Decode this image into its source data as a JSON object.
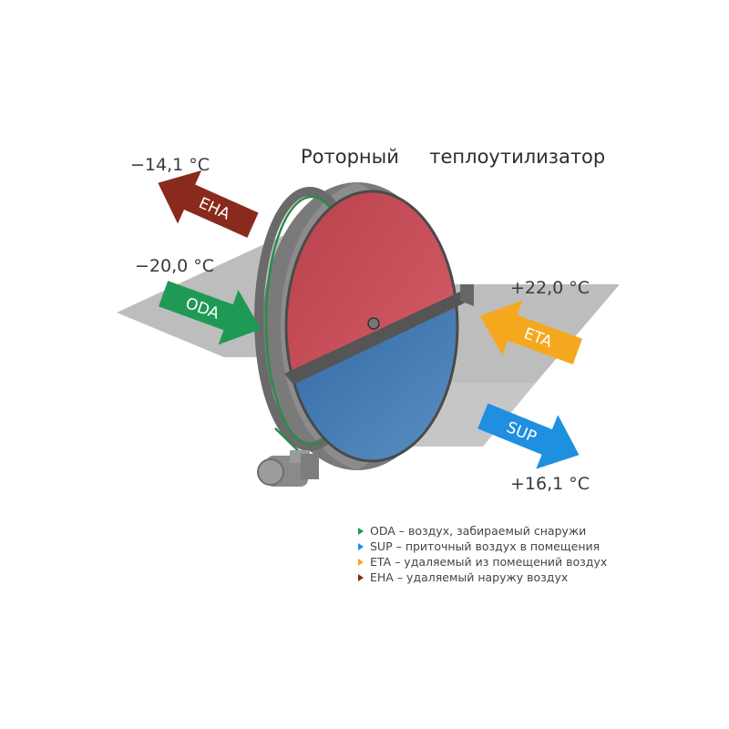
{
  "title": "Роторный     теплоутилизатор",
  "temperatures": {
    "eha": "−14,1 °C",
    "oda": "−20,0 °C",
    "eta": "+22,0 °C",
    "sup": "+16,1 °C"
  },
  "arrows": {
    "eha": {
      "label": "EHA",
      "color": "#8a2a1d"
    },
    "oda": {
      "label": "ODA",
      "color": "#1f9a55"
    },
    "eta": {
      "label": "ETA",
      "color": "#f5a81e"
    },
    "sup": {
      "label": "SUP",
      "color": "#1f8fe0"
    }
  },
  "legend": [
    {
      "text": "ODA – воздух, забираемый снаружи",
      "color": "#1f9a55"
    },
    {
      "text": "SUP – приточный воздух в помещения",
      "color": "#1f8fe0"
    },
    {
      "text": "ETA – удаляемый из помещений воздух",
      "color": "#f5a81e"
    },
    {
      "text": "EHA – удаляемый наружу воздух",
      "color": "#8a2a1d"
    }
  ],
  "colors": {
    "wheel_top": "#c94a55",
    "wheel_bottom": "#3f78b0",
    "duct_panel": "#bdbdbd",
    "frame": "#5a5a5a",
    "belt": "#2c8a4a"
  }
}
